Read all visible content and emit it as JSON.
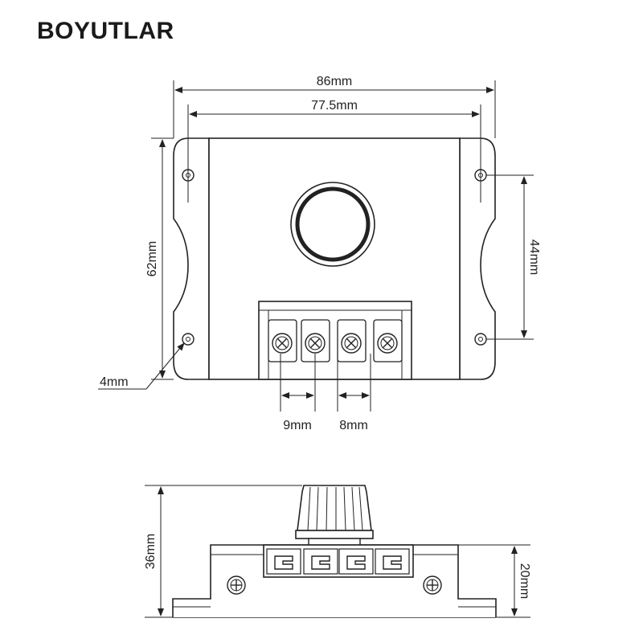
{
  "brand": "BOYUTLAR",
  "dimensions": {
    "overall_width": "86mm",
    "hole_spacing_width": "77.5mm",
    "height": "62mm",
    "hole_spacing_height": "44mm",
    "hole_diameter": "4mm",
    "terminal_pitch_left": "9mm",
    "terminal_pitch_right": "8mm",
    "side_total_height": "36mm",
    "side_body_height": "20mm"
  }
}
